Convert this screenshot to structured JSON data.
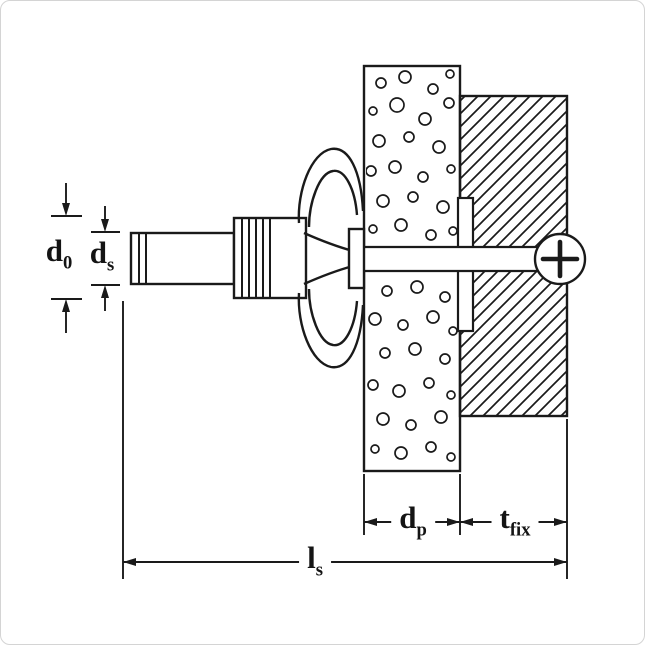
{
  "diagram": {
    "labels": {
      "d0": {
        "main": "d",
        "sub": "0"
      },
      "ds": {
        "main": "d",
        "sub": "s"
      },
      "dp": {
        "main": "d",
        "sub": "p"
      },
      "tfix": {
        "main": "t",
        "sub": "fix"
      },
      "ls": {
        "main": "l",
        "sub": "s"
      }
    },
    "colors": {
      "line": "#1a1a1a",
      "background": "#ffffff",
      "frame": "#d4d4d4"
    }
  }
}
